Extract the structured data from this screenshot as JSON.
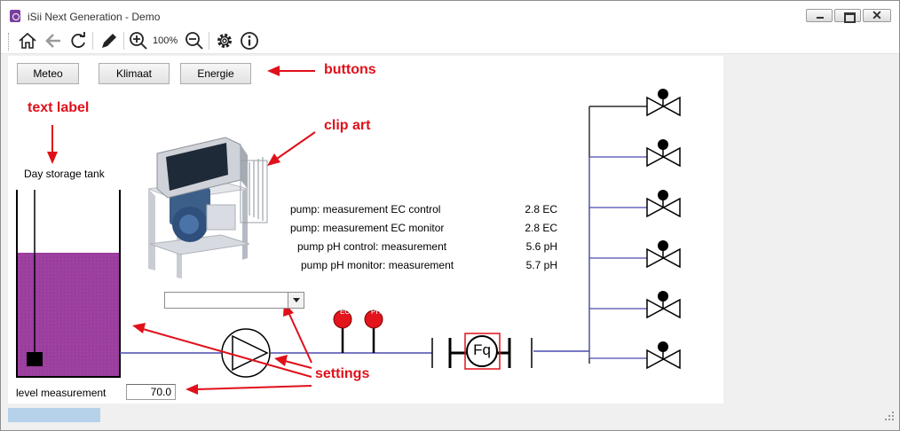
{
  "window": {
    "title": "iSii Next Generation - Demo",
    "close_symbol": "✕"
  },
  "toolbar": {
    "zoom_level": "100%",
    "icons": [
      "home-icon",
      "back-arrow-icon",
      "refresh-icon",
      "pencil-icon",
      "zoom-in-icon",
      "zoom-out-icon",
      "gear-icon",
      "info-icon"
    ]
  },
  "canvas": {
    "buttons": [
      {
        "label": "Meteo"
      },
      {
        "label": "Klimaat"
      },
      {
        "label": "Energie"
      }
    ],
    "tank_label": "Day storage tank",
    "level_label": "level measurement",
    "level_value": "70.0",
    "tank_level_fraction": 0.7,
    "measurements": [
      {
        "name": "pump: measurement EC control",
        "value": "2.8 EC"
      },
      {
        "name": "pump: measurement EC monitor",
        "value": "2.8 EC"
      },
      {
        "name": "pump pH control: measurement",
        "value": "5.6 pH"
      },
      {
        "name": "pump pH monitor: measurement",
        "value": "5.7 pH"
      }
    ],
    "sensors": [
      {
        "label": "EC",
        "color": "#e3141c"
      },
      {
        "label": "PH",
        "color": "#e3141c"
      }
    ],
    "flow_meter_label": "Fq",
    "valve_count": 6,
    "tank_fill_color": "#9c3f9e",
    "pipe_color": "#4a4ab0"
  },
  "annotations": {
    "buttons": "buttons",
    "text_label": "text label",
    "clip_art": "clip art",
    "settings": "settings",
    "color": "#e0101a"
  }
}
